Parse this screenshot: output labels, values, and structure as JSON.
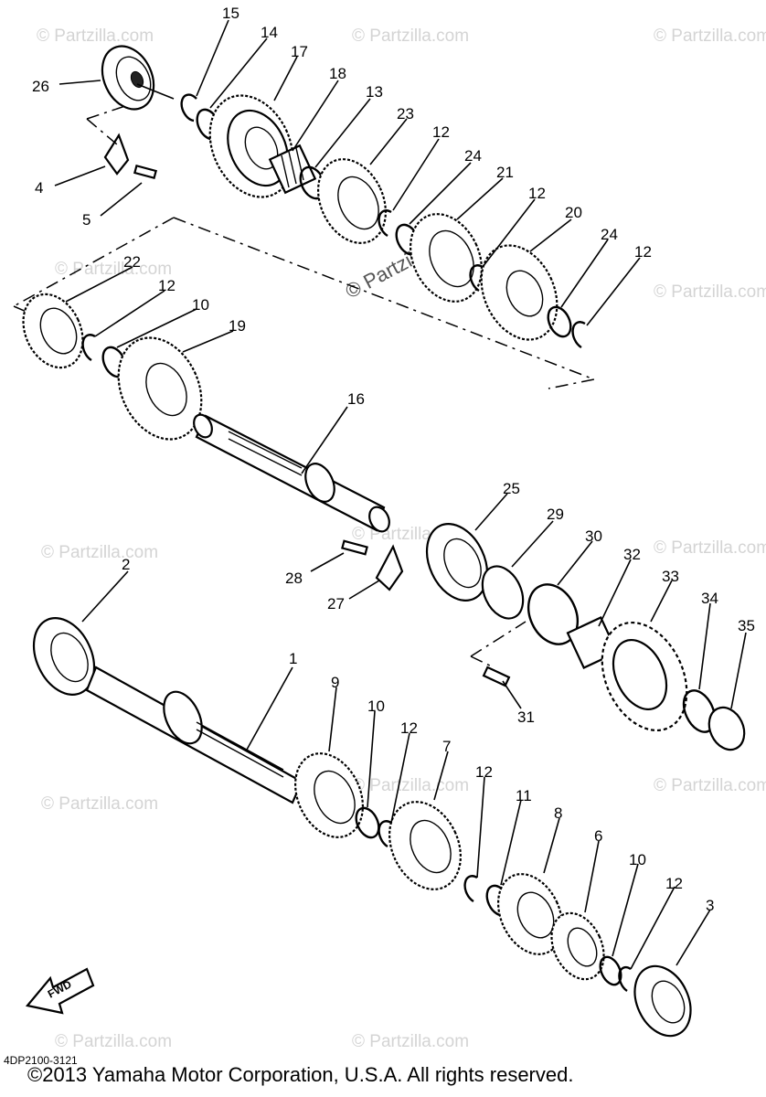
{
  "diagram_code": "4DP2100-3121",
  "copyright": "©2013  Yamaha Motor Corporation, U.S.A. All rights reserved.",
  "fwd_label": "FWD",
  "watermark": "© Partzilla.com",
  "callouts": [
    "15",
    "14",
    "17",
    "18",
    "13",
    "23",
    "12",
    "24",
    "21",
    "12",
    "20",
    "24",
    "12",
    "26",
    "4",
    "5",
    "22",
    "12",
    "10",
    "19",
    "16",
    "25",
    "29",
    "30",
    "32",
    "33",
    "34",
    "35",
    "28",
    "27",
    "2",
    "1",
    "9",
    "10",
    "12",
    "7",
    "12",
    "11",
    "8",
    "6",
    "10",
    "12",
    "3",
    "31"
  ]
}
